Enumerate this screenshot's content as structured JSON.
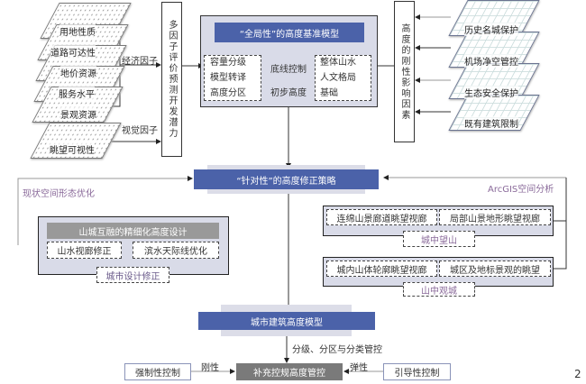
{
  "left_factors": [
    "用地性质",
    "道路可达性",
    "地价资源",
    "服务水平",
    "景观资源",
    "眺望可视性"
  ],
  "economic_factor": "经济因子",
  "visual_factor": "视觉因子",
  "multi_factor_box": "多因子评价预测开发潜力",
  "global_model": {
    "title": "“全局性”的高度基准模型",
    "left": [
      "容量分级",
      "模型转译",
      "高度分区"
    ],
    "baseline": "底线控制",
    "initial_height": "初步高度",
    "right": [
      "整体山水",
      "人文格局",
      "基础"
    ]
  },
  "rigid_box": "高度的刚性影响因素",
  "right_factors": [
    "历史名城保护",
    "机场净空管控",
    "生态安全保护",
    "既有建筑限制"
  ],
  "targeted_strategy": "“针对性”的高度修正策略",
  "status_optimization": "现状空间形态优化",
  "fine_design": {
    "title": "山城互融的精细化高度设计",
    "items": [
      "山水视廊修正",
      "滨水天际线优化"
    ],
    "tag": "城市设计修正"
  },
  "arcgis": "ArcGIS空间分析",
  "view_city": {
    "items": [
      "连绵山景廊道眺望视廊",
      "局部山景地形眺望视廊"
    ],
    "tag": "城中望山"
  },
  "view_mountain": {
    "items": [
      "城内山体轮廓眺望视廊",
      "城区及地标景观的眺望"
    ],
    "tag": "山中观城"
  },
  "height_model": "城市建筑高度模型",
  "management": "分级、分区与分类管控",
  "mandatory": "强制性控制",
  "rigid": "刚性",
  "supplement": "补充控规高度管控",
  "elastic": "弹性",
  "guiding": "引导性控制",
  "page_number": "2",
  "colors": {
    "blue": "#4b62a9",
    "panel": "#d9dbe8",
    "gray": "#7a7a7a"
  }
}
